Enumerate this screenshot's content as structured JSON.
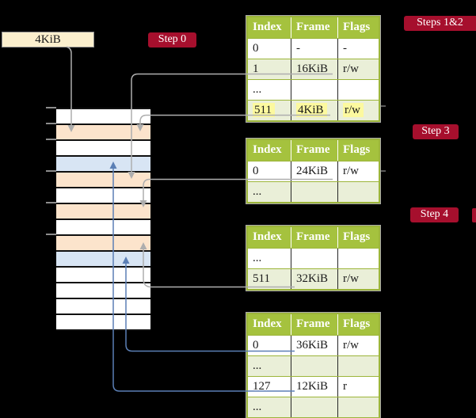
{
  "title_box": {
    "label": "4KiB"
  },
  "step_labels": {
    "step0": "Step 0",
    "steps12": "Steps 1&2",
    "step3": "Step 3",
    "step4": "Step 4"
  },
  "memory_column": {
    "row_shades": [
      "white",
      "peach",
      "white",
      "blue",
      "peach",
      "white",
      "peach",
      "white",
      "peach",
      "blue",
      "white",
      "white",
      "white",
      "white"
    ]
  },
  "page_tables": [
    {
      "name": "page-table-steps-1-2",
      "columns": [
        "Index",
        "Frame",
        "Flags"
      ],
      "rows": [
        {
          "cells": [
            "0",
            "-",
            "-"
          ],
          "shade": "white",
          "highlight": false
        },
        {
          "cells": [
            "1",
            "16KiB",
            "r/w"
          ],
          "shade": "green",
          "highlight": false
        },
        {
          "cells": [
            "...",
            "",
            ""
          ],
          "shade": "white",
          "highlight": false
        },
        {
          "cells": [
            "511",
            "4KiB",
            "r/w"
          ],
          "shade": "green",
          "highlight": true
        }
      ]
    },
    {
      "name": "page-table-step-3",
      "columns": [
        "Index",
        "Frame",
        "Flags"
      ],
      "rows": [
        {
          "cells": [
            "0",
            "24KiB",
            "r/w"
          ],
          "shade": "white",
          "highlight": false
        },
        {
          "cells": [
            "...",
            "",
            ""
          ],
          "shade": "green",
          "highlight": false
        }
      ]
    },
    {
      "name": "page-table-step-4",
      "columns": [
        "Index",
        "Frame",
        "Flags"
      ],
      "rows": [
        {
          "cells": [
            "...",
            "",
            ""
          ],
          "shade": "white",
          "highlight": false
        },
        {
          "cells": [
            "511",
            "32KiB",
            "r/w"
          ],
          "shade": "green",
          "highlight": false
        }
      ]
    },
    {
      "name": "page-table-final",
      "columns": [
        "Index",
        "Frame",
        "Flags"
      ],
      "rows": [
        {
          "cells": [
            "0",
            "36KiB",
            "r/w"
          ],
          "shade": "white",
          "highlight": false
        },
        {
          "cells": [
            "...",
            "",
            ""
          ],
          "shade": "green",
          "highlight": false
        },
        {
          "cells": [
            "127",
            "12KiB",
            "r"
          ],
          "shade": "white",
          "highlight": false
        },
        {
          "cells": [
            "...",
            "",
            ""
          ],
          "shade": "green",
          "highlight": false
        }
      ]
    }
  ],
  "colors": {
    "background": "#000000",
    "label_red": "#A60F2D",
    "box_cream": "#FBEFCD",
    "table_header_green": "#A5C23E",
    "table_border_green": "#9CB53A",
    "row_light_green": "#EAEFD8",
    "memory_peach": "#FCE4CC",
    "memory_blue": "#D8E5F4",
    "highlight_yellow": "#FCF99F",
    "arrow_gray": "#AEAEAE",
    "arrow_blue": "#5B7FB5"
  }
}
